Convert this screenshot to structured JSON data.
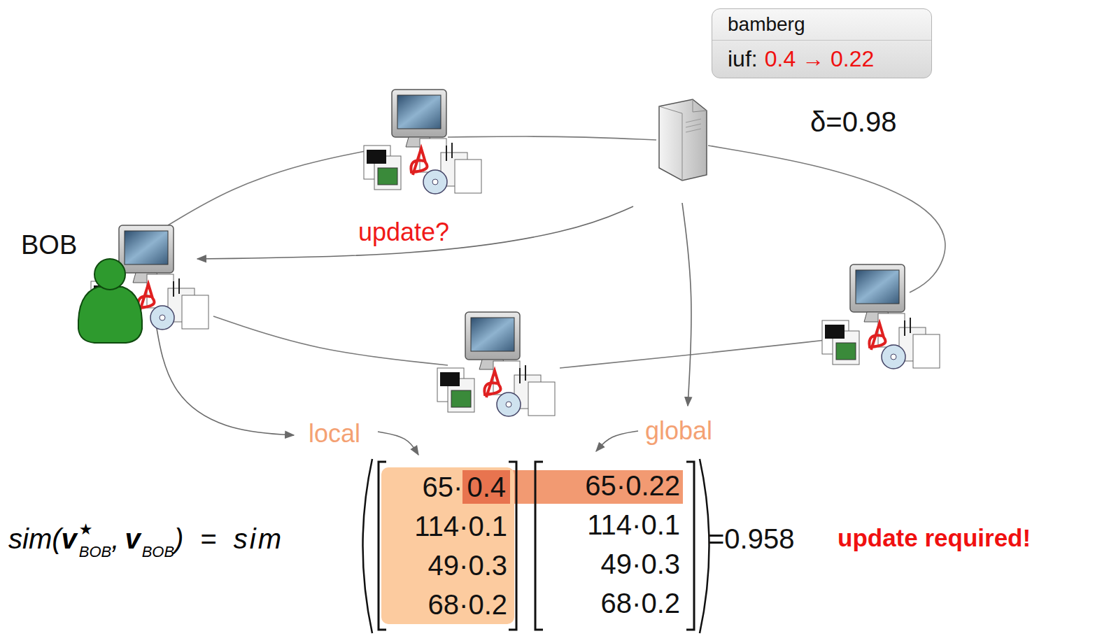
{
  "diagram": {
    "nodes": [
      {
        "text": [
          "bamberg",
          "iuf:",
          "0.4 → 0.22"
        ]
      },
      {
        "text": [
          "65·",
          "0.4",
          "114·0.1",
          "49·0.3",
          "68·0.2"
        ]
      }
    ],
    "labels": [
      "δ=0.98",
      "update?",
      "BOB",
      "local",
      "global",
      "sim(",
      "v",
      "★",
      "BOB",
      ",",
      "v",
      "BOB",
      ")",
      "=",
      "sim",
      "65·0.22",
      "114·0.1",
      "49·0.3",
      "68·0.2",
      "=0.958",
      "update required!"
    ]
  }
}
